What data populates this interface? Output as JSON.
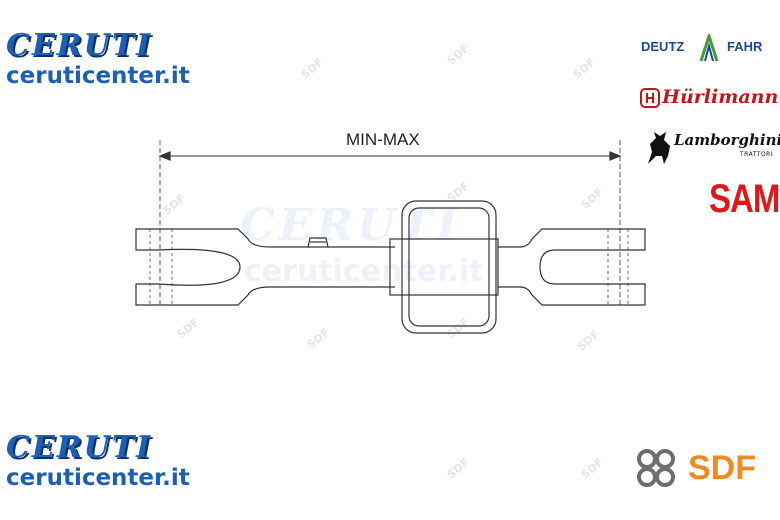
{
  "brand": {
    "logo_text": "CERUTI",
    "url": "ceruticenter.it"
  },
  "drawing": {
    "dimension_label": "MIN-MAX"
  },
  "watermarks": {
    "center_logo": "CERUTI",
    "center_url": "ceruticenter.it",
    "small": "SDF"
  },
  "logos": {
    "deutz_left": "DEUTZ",
    "deutz_right": "FAHR",
    "hurlimann": "Hürlimann",
    "lamborghini": "Lamborghini",
    "lamborghini_sub": "TRATTORI",
    "same": "SAME",
    "sdf": "SDF"
  },
  "colors": {
    "ceruti_blue": "#1d5fb0",
    "deutz_blue": "#1c4a8c",
    "deutz_green": "#4a9a3a",
    "hurlimann_red": "#c01818",
    "same_red": "#e01818",
    "sdf_orange": "#f08a24",
    "sdf_grey": "#6d6d6d",
    "line": "#333333"
  },
  "icons": [
    "deutz-fahr-emblem-icon",
    "hurlimann-emblem-icon",
    "lamborghini-bull-icon",
    "sdf-emblem-icon"
  ]
}
